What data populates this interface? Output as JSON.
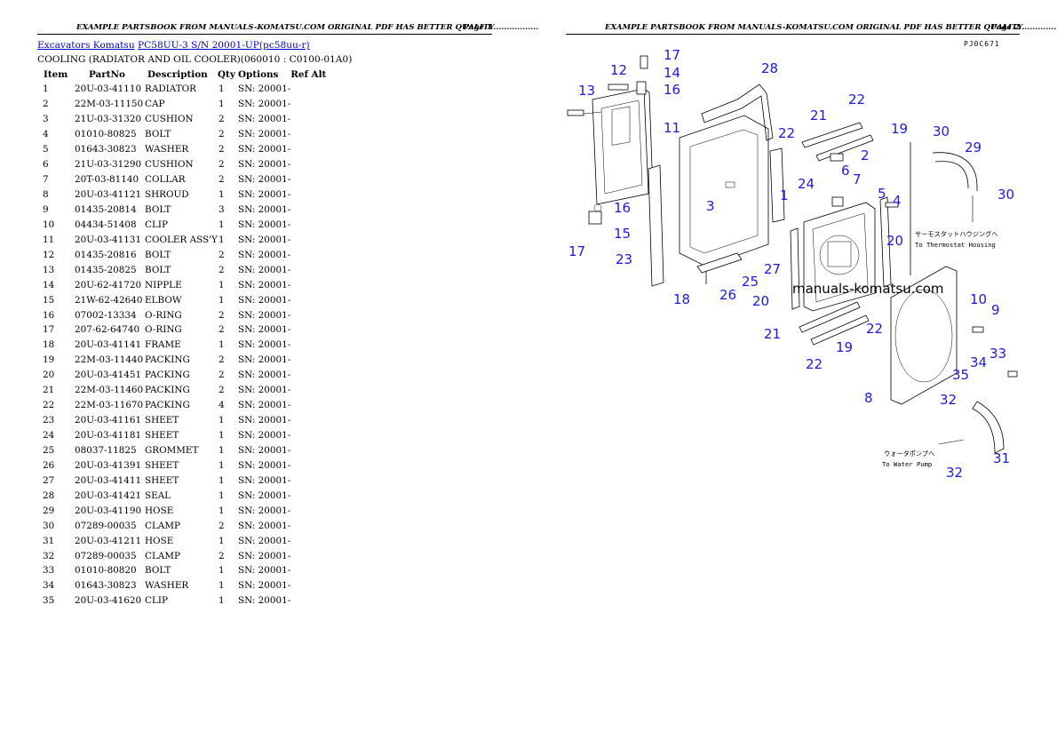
{
  "header": {
    "title": "EXAMPLE PARTSBOOK FROM MANUALS-KOMATSU.COM ORIGINAL PDF HAS BETTER QUALITY.................",
    "page1_label": "Page 1",
    "page2_label": "Page 2"
  },
  "breadcrumb": {
    "link1": "Excavators Komatsu",
    "link2": "PC58UU-3 S/N 20001-UP(pc58uu-r)"
  },
  "section_title": "COOLING (RADIATOR AND OIL COOLER)(060010 : C0100-01A0)",
  "table": {
    "headers": [
      "Item",
      "PartNo",
      "Description",
      "Qty",
      "Options",
      "Ref Alt"
    ],
    "rows": [
      [
        "1",
        "20U-03-41110",
        "RADIATOR",
        "1",
        "SN: 20001-",
        ""
      ],
      [
        "2",
        "22M-03-11150",
        "CAP",
        "1",
        "SN: 20001-",
        ""
      ],
      [
        "3",
        "21U-03-31320",
        "CUSHION",
        "2",
        "SN: 20001-",
        ""
      ],
      [
        "4",
        "01010-80825",
        "BOLT",
        "2",
        "SN: 20001-",
        ""
      ],
      [
        "5",
        "01643-30823",
        "WASHER",
        "2",
        "SN: 20001-",
        ""
      ],
      [
        "6",
        "21U-03-31290",
        "CUSHION",
        "2",
        "SN: 20001-",
        ""
      ],
      [
        "7",
        "20T-03-81140",
        "COLLAR",
        "2",
        "SN: 20001-",
        ""
      ],
      [
        "8",
        "20U-03-41121",
        "SHROUD",
        "1",
        "SN: 20001-",
        ""
      ],
      [
        "9",
        "01435-20814",
        "BOLT",
        "3",
        "SN: 20001-",
        ""
      ],
      [
        "10",
        "04434-51408",
        "CLIP",
        "1",
        "SN: 20001-",
        ""
      ],
      [
        "11",
        "20U-03-41131",
        "COOLER ASS'Y",
        "1",
        "SN: 20001-",
        ""
      ],
      [
        "12",
        "01435-20816",
        "BOLT",
        "2",
        "SN: 20001-",
        ""
      ],
      [
        "13",
        "01435-20825",
        "BOLT",
        "2",
        "SN: 20001-",
        ""
      ],
      [
        "14",
        "20U-62-41720",
        "NIPPLE",
        "1",
        "SN: 20001-",
        ""
      ],
      [
        "15",
        "21W-62-42640",
        "ELBOW",
        "1",
        "SN: 20001-",
        ""
      ],
      [
        "16",
        "07002-13334",
        "O-RING",
        "2",
        "SN: 20001-",
        ""
      ],
      [
        "17",
        "207-62-64740",
        "O-RING",
        "2",
        "SN: 20001-",
        ""
      ],
      [
        "18",
        "20U-03-41141",
        "FRAME",
        "1",
        "SN: 20001-",
        ""
      ],
      [
        "19",
        "22M-03-11440",
        "PACKING",
        "2",
        "SN: 20001-",
        ""
      ],
      [
        "20",
        "20U-03-41451",
        "PACKING",
        "2",
        "SN: 20001-",
        ""
      ],
      [
        "21",
        "22M-03-11460",
        "PACKING",
        "2",
        "SN: 20001-",
        ""
      ],
      [
        "22",
        "22M-03-11670",
        "PACKING",
        "4",
        "SN: 20001-",
        ""
      ],
      [
        "23",
        "20U-03-41161",
        "SHEET",
        "1",
        "SN: 20001-",
        ""
      ],
      [
        "24",
        "20U-03-41181",
        "SHEET",
        "1",
        "SN: 20001-",
        ""
      ],
      [
        "25",
        "08037-11825",
        "GROMMET",
        "1",
        "SN: 20001-",
        ""
      ],
      [
        "26",
        "20U-03-41391",
        "SHEET",
        "1",
        "SN: 20001-",
        ""
      ],
      [
        "27",
        "20U-03-41411",
        "SHEET",
        "1",
        "SN: 20001-",
        ""
      ],
      [
        "28",
        "20U-03-41421",
        "SEAL",
        "1",
        "SN: 20001-",
        ""
      ],
      [
        "29",
        "20U-03-41190",
        "HOSE",
        "1",
        "SN: 20001-",
        ""
      ],
      [
        "30",
        "07289-00035",
        "CLAMP",
        "2",
        "SN: 20001-",
        ""
      ],
      [
        "31",
        "20U-03-41211",
        "HOSE",
        "1",
        "SN: 20001-",
        ""
      ],
      [
        "32",
        "07289-00035",
        "CLAMP",
        "2",
        "SN: 20001-",
        ""
      ],
      [
        "33",
        "01010-80820",
        "BOLT",
        "1",
        "SN: 20001-",
        ""
      ],
      [
        "34",
        "01643-30823",
        "WASHER",
        "1",
        "SN: 20001-",
        ""
      ],
      [
        "35",
        "20U-03-41620",
        "CLIP",
        "1",
        "SN: 20001-",
        ""
      ]
    ]
  },
  "diagram": {
    "drawing_code": "PJ0C671",
    "watermark": "manuals-komatsu.com",
    "note_thermostat_jp": "サーモスタットハウジングへ",
    "note_thermostat_en": "To Thermostat Housing",
    "note_pump_jp": "ウォータポンプへ",
    "note_pump_en": "To Water Pump",
    "callout_color": "#1a1adc"
  }
}
